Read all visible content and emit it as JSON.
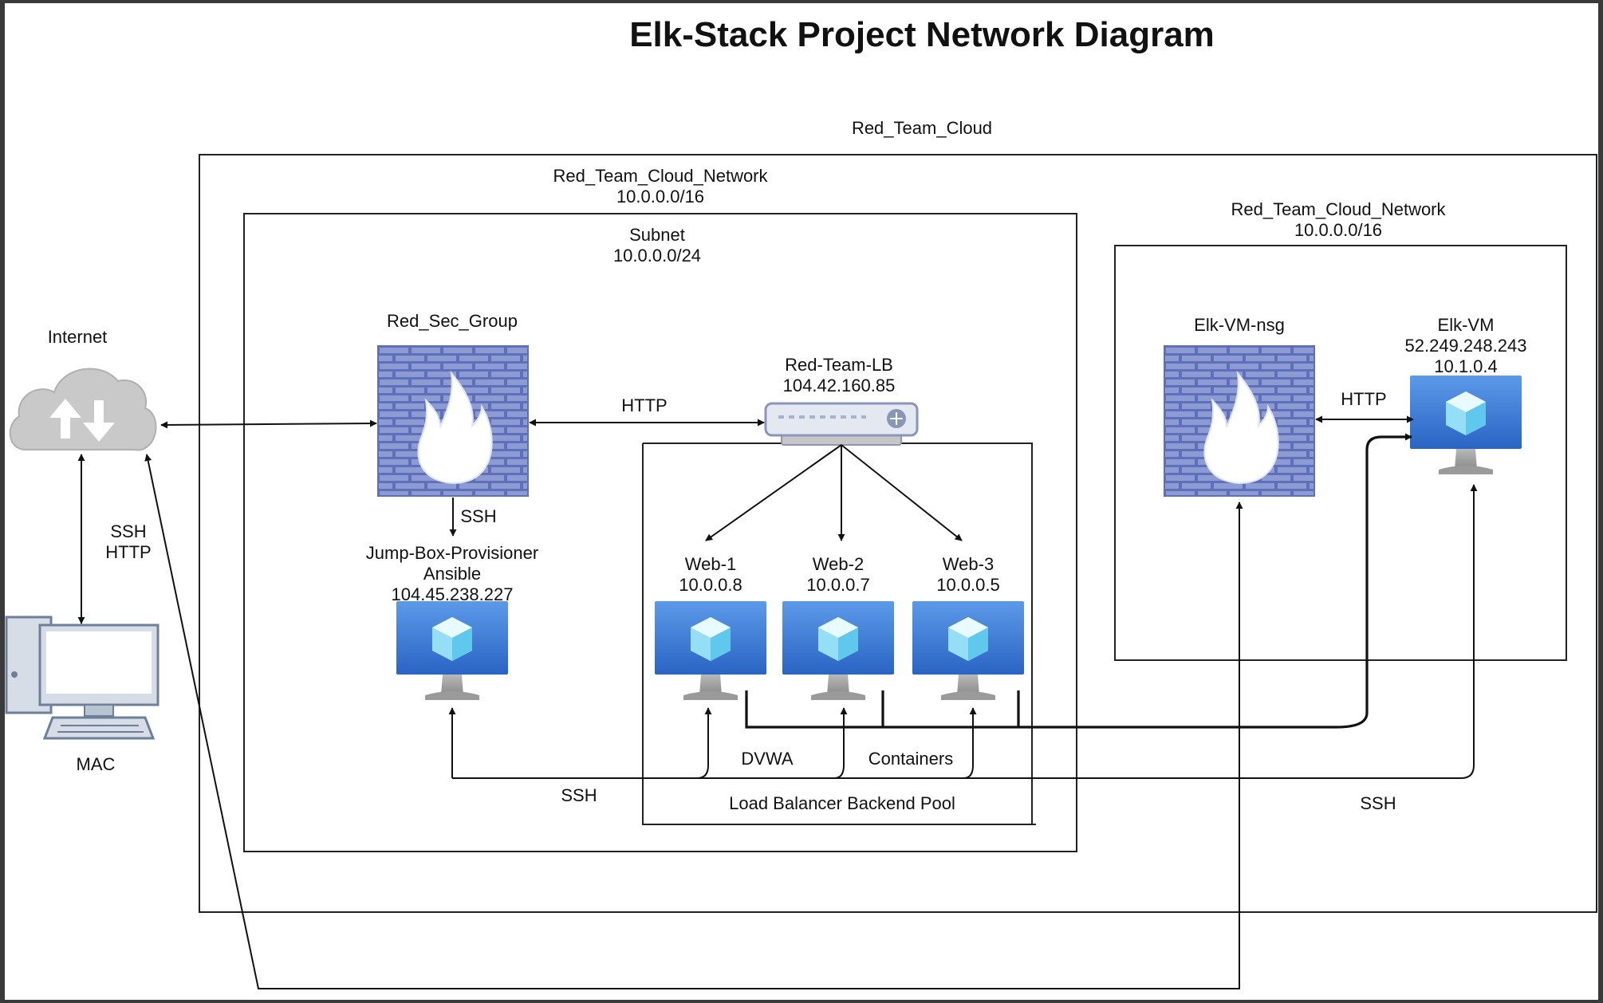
{
  "title": "Elk-Stack Project Network Diagram",
  "cloud": {
    "label": "Red_Team_Cloud"
  },
  "network_main": {
    "name": "Red_Team_Cloud_Network",
    "cidr": "10.0.0.0/16"
  },
  "subnet": {
    "name": "Subnet",
    "cidr": "10.0.0.0/24"
  },
  "network_elk": {
    "name": "Red_Team_Cloud_Network",
    "cidr": "10.0.0.0/16"
  },
  "internet": {
    "label": "Internet"
  },
  "mac": {
    "label": "MAC"
  },
  "red_sec_group": {
    "label": "Red_Sec_Group"
  },
  "jump_box": {
    "name": "Jump-Box-Provisioner",
    "role": "Ansible",
    "ip": "104.45.238.227"
  },
  "load_balancer": {
    "name": "Red-Team-LB",
    "ip": "104.42.160.85"
  },
  "backend_pool": {
    "label": "Load Balancer Backend Pool"
  },
  "web_vms": [
    {
      "name": "Web-1",
      "ip": "10.0.0.8"
    },
    {
      "name": "Web-2",
      "ip": "10.0.0.7"
    },
    {
      "name": "Web-3",
      "ip": "10.0.0.5"
    }
  ],
  "elk_nsg": {
    "label": "Elk-VM-nsg"
  },
  "elk_vm": {
    "name": "Elk-VM",
    "public_ip": "52.249.248.243",
    "private_ip": "10.1.0.4"
  },
  "connections": {
    "internet_mac_1": "SSH",
    "internet_mac_2": "HTTP",
    "firewall_lb": "HTTP",
    "firewall_jumpbox": "SSH",
    "elk_nsg_vm": "HTTP",
    "jumpbox_ssh": "SSH",
    "elk_ssh": "SSH",
    "dvwa": "DVWA",
    "containers": "Containers"
  },
  "colors": {
    "vm_blue_top": "#5c9ae8",
    "vm_blue_bottom": "#2a64c4",
    "firewall_brick": "#8d9bd4",
    "firewall_mortar": "#5f6fb8",
    "cloud_gray": "#c9c9c9"
  }
}
